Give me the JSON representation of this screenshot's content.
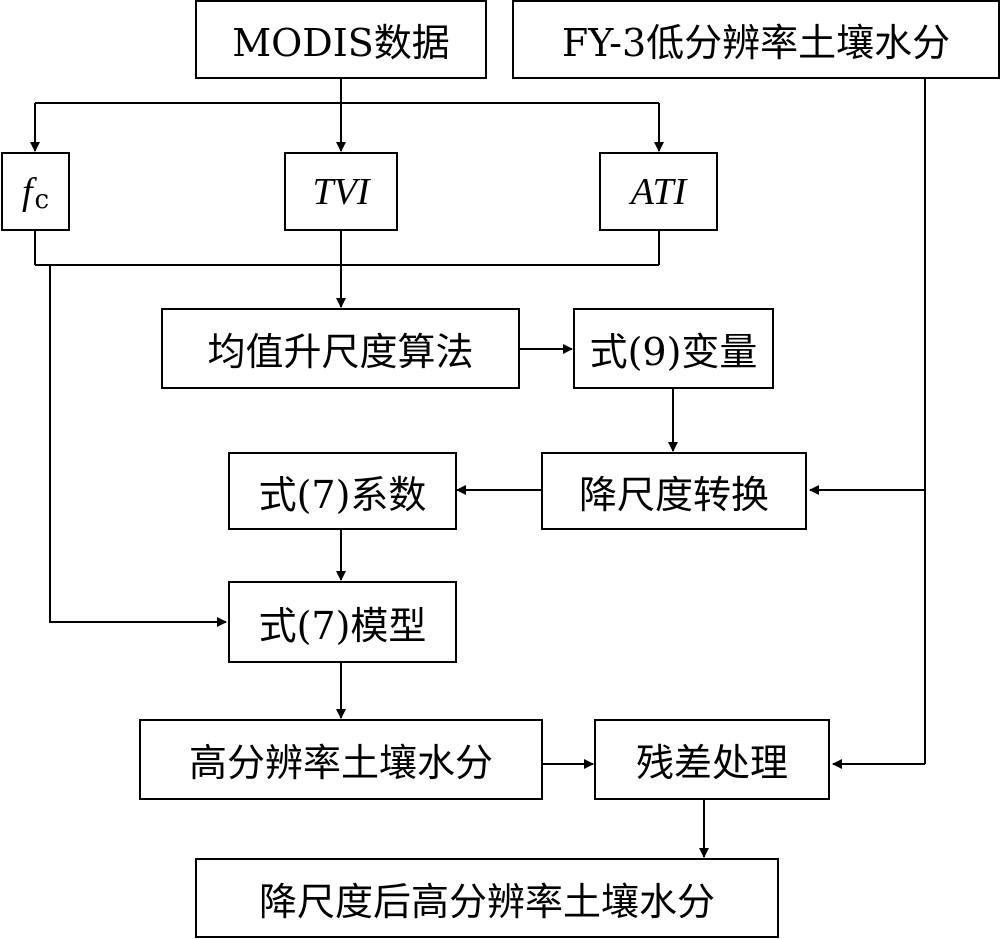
{
  "nodes": {
    "modis": "MODIS数据",
    "fy3": "FY-3低分辨率土壤水分",
    "fc_main": "f",
    "fc_sub": "c",
    "tvi": "TVI",
    "ati": "ATI",
    "upscale": "均值升尺度算法",
    "eq9": "式(9)变量",
    "eq7coef": "式(7)系数",
    "downscale": "降尺度转换",
    "eq7model": "式(7)模型",
    "highres": "高分辨率土壤水分",
    "residual": "残差处理",
    "result": "降尺度后高分辨率土壤水分"
  },
  "edges": [
    [
      "modis",
      "fc"
    ],
    [
      "modis",
      "tvi"
    ],
    [
      "modis",
      "ati"
    ],
    [
      "fc",
      "upscale"
    ],
    [
      "tvi",
      "upscale"
    ],
    [
      "ati",
      "upscale"
    ],
    [
      "upscale",
      "eq9"
    ],
    [
      "eq9",
      "downscale"
    ],
    [
      "fy3",
      "downscale"
    ],
    [
      "downscale",
      "eq7coef"
    ],
    [
      "eq7coef",
      "eq7model"
    ],
    [
      "fc",
      "eq7model"
    ],
    [
      "eq7model",
      "highres"
    ],
    [
      "highres",
      "residual"
    ],
    [
      "fy3",
      "residual"
    ],
    [
      "residual",
      "result"
    ]
  ]
}
